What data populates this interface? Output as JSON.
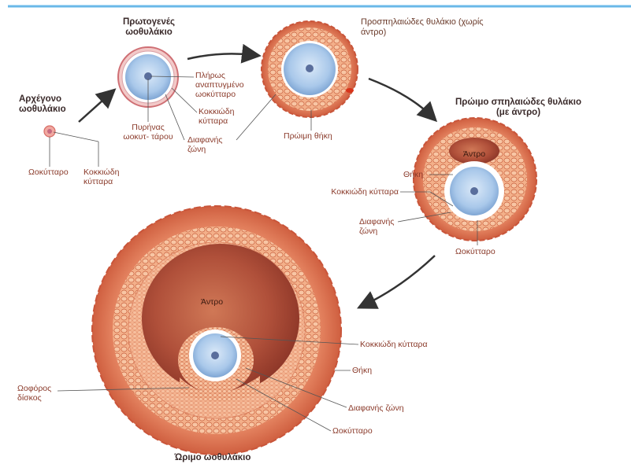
{
  "stages": {
    "primordial": {
      "title": "Αρχέγονο ωοθυλάκιο",
      "oocyte": "Ωοκύτταρο",
      "granulosa": "Κοκκιώδη κύτταρα"
    },
    "primary": {
      "title": "Πρωτογενές ωοθυλάκιο",
      "mature_oocyte": "Πλήρως αναπτυγμένο ωοκύτταρο",
      "granulosa": "Κοκκιώδη κύτταρα",
      "nucleus": "Πυρήνας ωοκυτ- τάρου",
      "zona": "Διαφανής ζώνη"
    },
    "preantral": {
      "title": "Προσπηλαιώδες θυλάκιο (χωρίς άντρο)",
      "theca": "Πρώιμη θήκη"
    },
    "early_antral": {
      "title": "Πρώιμο σπηλαιώδες θυλάκιο (με άντρο)",
      "antrum": "Άντρο",
      "theca": "Θήκη",
      "granulosa": "Κοκκιώδη κύτταρα",
      "zona": "Διαφανής ζώνη",
      "oocyte": "Ωοκύτταρο"
    },
    "mature": {
      "title": "Ώριμο ωοθυλάκιο",
      "antrum": "Άντρο",
      "granulosa": "Κοκκιώδη κύτταρα",
      "theca": "Θήκη",
      "cumulus": "Ωοφόρος δίσκος",
      "zona": "Διαφανής ζώνη",
      "oocyte": "Ωοκύτταρο"
    }
  },
  "colors": {
    "theca": "#e07a5a",
    "granulosa": "#f0a57e",
    "antrum": "#b0503a",
    "oocyte": "#a9c8ea",
    "nucleus": "#5a6e9c",
    "label": "#8a3a2a",
    "arrow": "#333333",
    "header_line": "#6ab8e8"
  }
}
